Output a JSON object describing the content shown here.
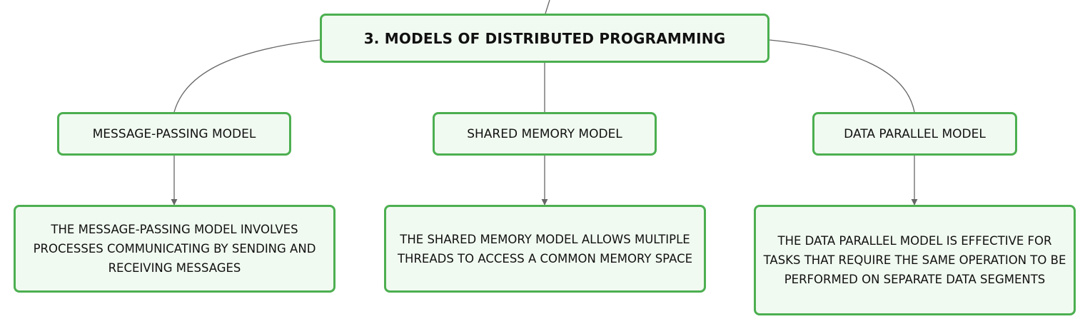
{
  "diagram": {
    "root": {
      "title": "3. MODELS OF DISTRIBUTED PROGRAMMING"
    },
    "models": [
      {
        "name": "MESSAGE-PASSING MODEL",
        "description": "THE MESSAGE-PASSING MODEL INVOLVES PROCESSES COMMUNICATING BY SENDING AND RECEIVING MESSAGES"
      },
      {
        "name": "SHARED MEMORY MODEL",
        "description": "THE SHARED MEMORY MODEL ALLOWS MULTIPLE THREADS TO ACCESS A COMMON MEMORY SPACE"
      },
      {
        "name": "DATA PARALLEL MODEL",
        "description": "THE DATA PARALLEL MODEL IS EFFECTIVE FOR TASKS THAT REQUIRE THE SAME OPERATION TO BE PERFORMED ON SEPARATE DATA SEGMENTS"
      }
    ],
    "colors": {
      "node_border": "#4caf50",
      "node_fill": "#f1faf1",
      "connector": "#666666"
    }
  }
}
